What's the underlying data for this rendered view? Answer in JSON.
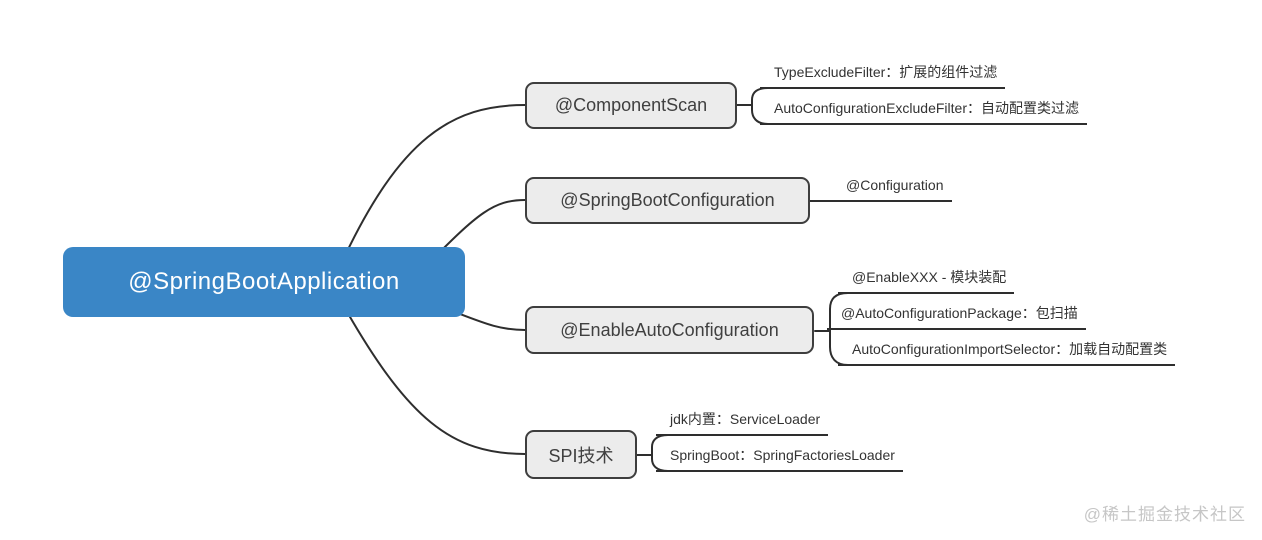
{
  "root": {
    "label": "@SpringBootApplication"
  },
  "branches": [
    {
      "label": "@ComponentScan",
      "children": [
        "TypeExcludeFilter：扩展的组件过滤",
        "AutoConfigurationExcludeFilter：自动配置类过滤"
      ]
    },
    {
      "label": "@SpringBootConfiguration",
      "children": [
        "@Configuration"
      ]
    },
    {
      "label": "@EnableAutoConfiguration",
      "children": [
        "@EnableXXX - 模块装配",
        "@AutoConfigurationPackage：包扫描",
        "AutoConfigurationImportSelector：加载自动配置类"
      ]
    },
    {
      "label": "SPI技术",
      "children": [
        "jdk内置：ServiceLoader",
        "SpringBoot：SpringFactoriesLoader"
      ]
    }
  ],
  "watermark": "@稀土掘金技术社区",
  "colors": {
    "root_fill": "#3a86c6",
    "root_text": "#ffffff",
    "branch_fill": "#ececec",
    "branch_border": "#3e3e3e",
    "branch_text": "#404040",
    "connector": "#2e2e2e",
    "leaf_text": "#333333",
    "watermark_text": "#c6c6c6"
  }
}
